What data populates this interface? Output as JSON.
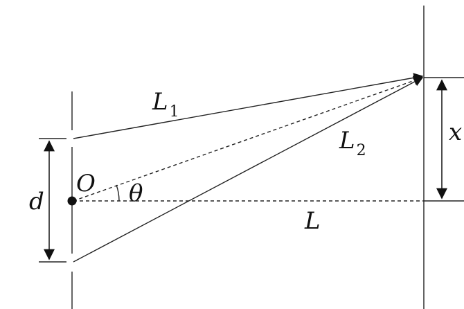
{
  "labels": {
    "L1": {
      "main": "L",
      "sub": "1"
    },
    "L2": {
      "main": "L",
      "sub": "2"
    },
    "x": "x",
    "d": "d",
    "O": "O",
    "theta": "θ",
    "L": "L"
  },
  "colors": {
    "ink": "#222222",
    "background": "#ffffff"
  }
}
